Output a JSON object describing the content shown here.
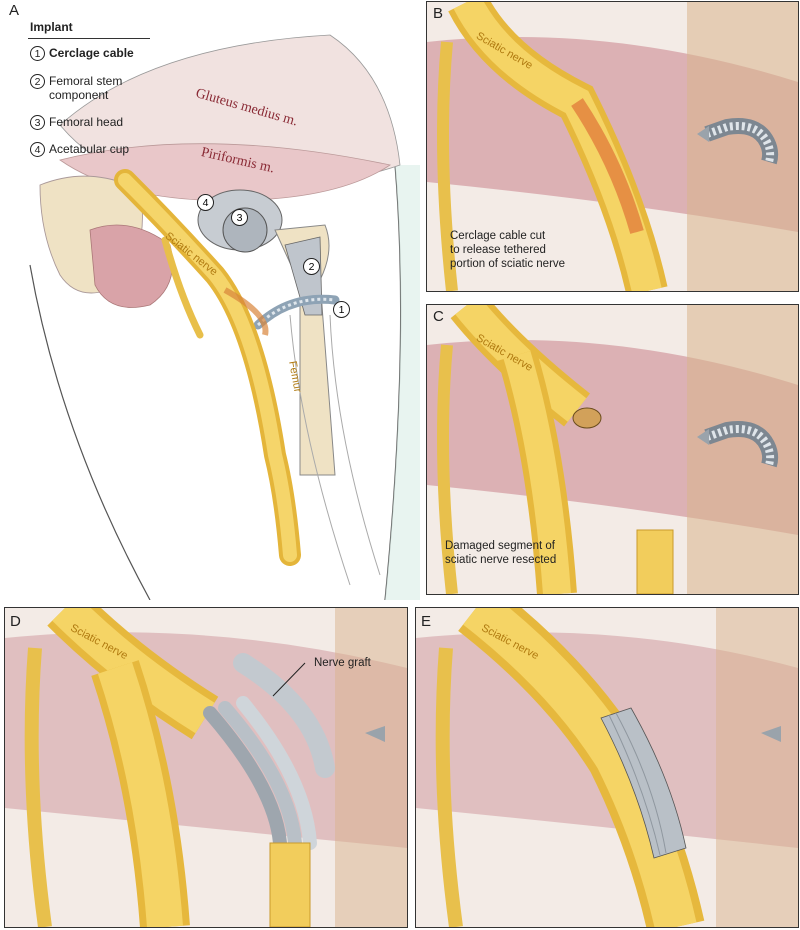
{
  "panels": {
    "a": {
      "letter": "A"
    },
    "b": {
      "letter": "B",
      "caption_line1": "Cerclage cable cut",
      "caption_line2": "to release tethered",
      "caption_line3": "portion of sciatic nerve",
      "nerve_label": "Sciatic nerve"
    },
    "c": {
      "letter": "C",
      "caption_line1": "Damaged segment of",
      "caption_line2": "sciatic nerve resected",
      "nerve_label": "Sciatic nerve"
    },
    "d": {
      "letter": "D",
      "nerve_label": "Sciatic nerve",
      "graft_label": "Nerve graft"
    },
    "e": {
      "letter": "E",
      "nerve_label": "Sciatic nerve"
    }
  },
  "legend": {
    "title": "Implant",
    "items": [
      {
        "num": "1",
        "label": "Cerclage cable"
      },
      {
        "num": "2",
        "label": "Femoral stem",
        "label2": "component"
      },
      {
        "num": "3",
        "label": "Femoral head"
      },
      {
        "num": "4",
        "label": "Acetabular cup"
      }
    ]
  },
  "anatomy_labels": {
    "gluteus": "Gluteus medius m.",
    "piriformis": "Piriformis m.",
    "sciatic": "Sciatic nerve",
    "femur": "Femur"
  },
  "markers": {
    "m1": "1",
    "m2": "2",
    "m3": "3",
    "m4": "4"
  },
  "colors": {
    "nerve": "#f2c84b",
    "muscle": "#d7a3a6",
    "bone": "#efe2c4",
    "implant": "#a9b1ba"
  }
}
